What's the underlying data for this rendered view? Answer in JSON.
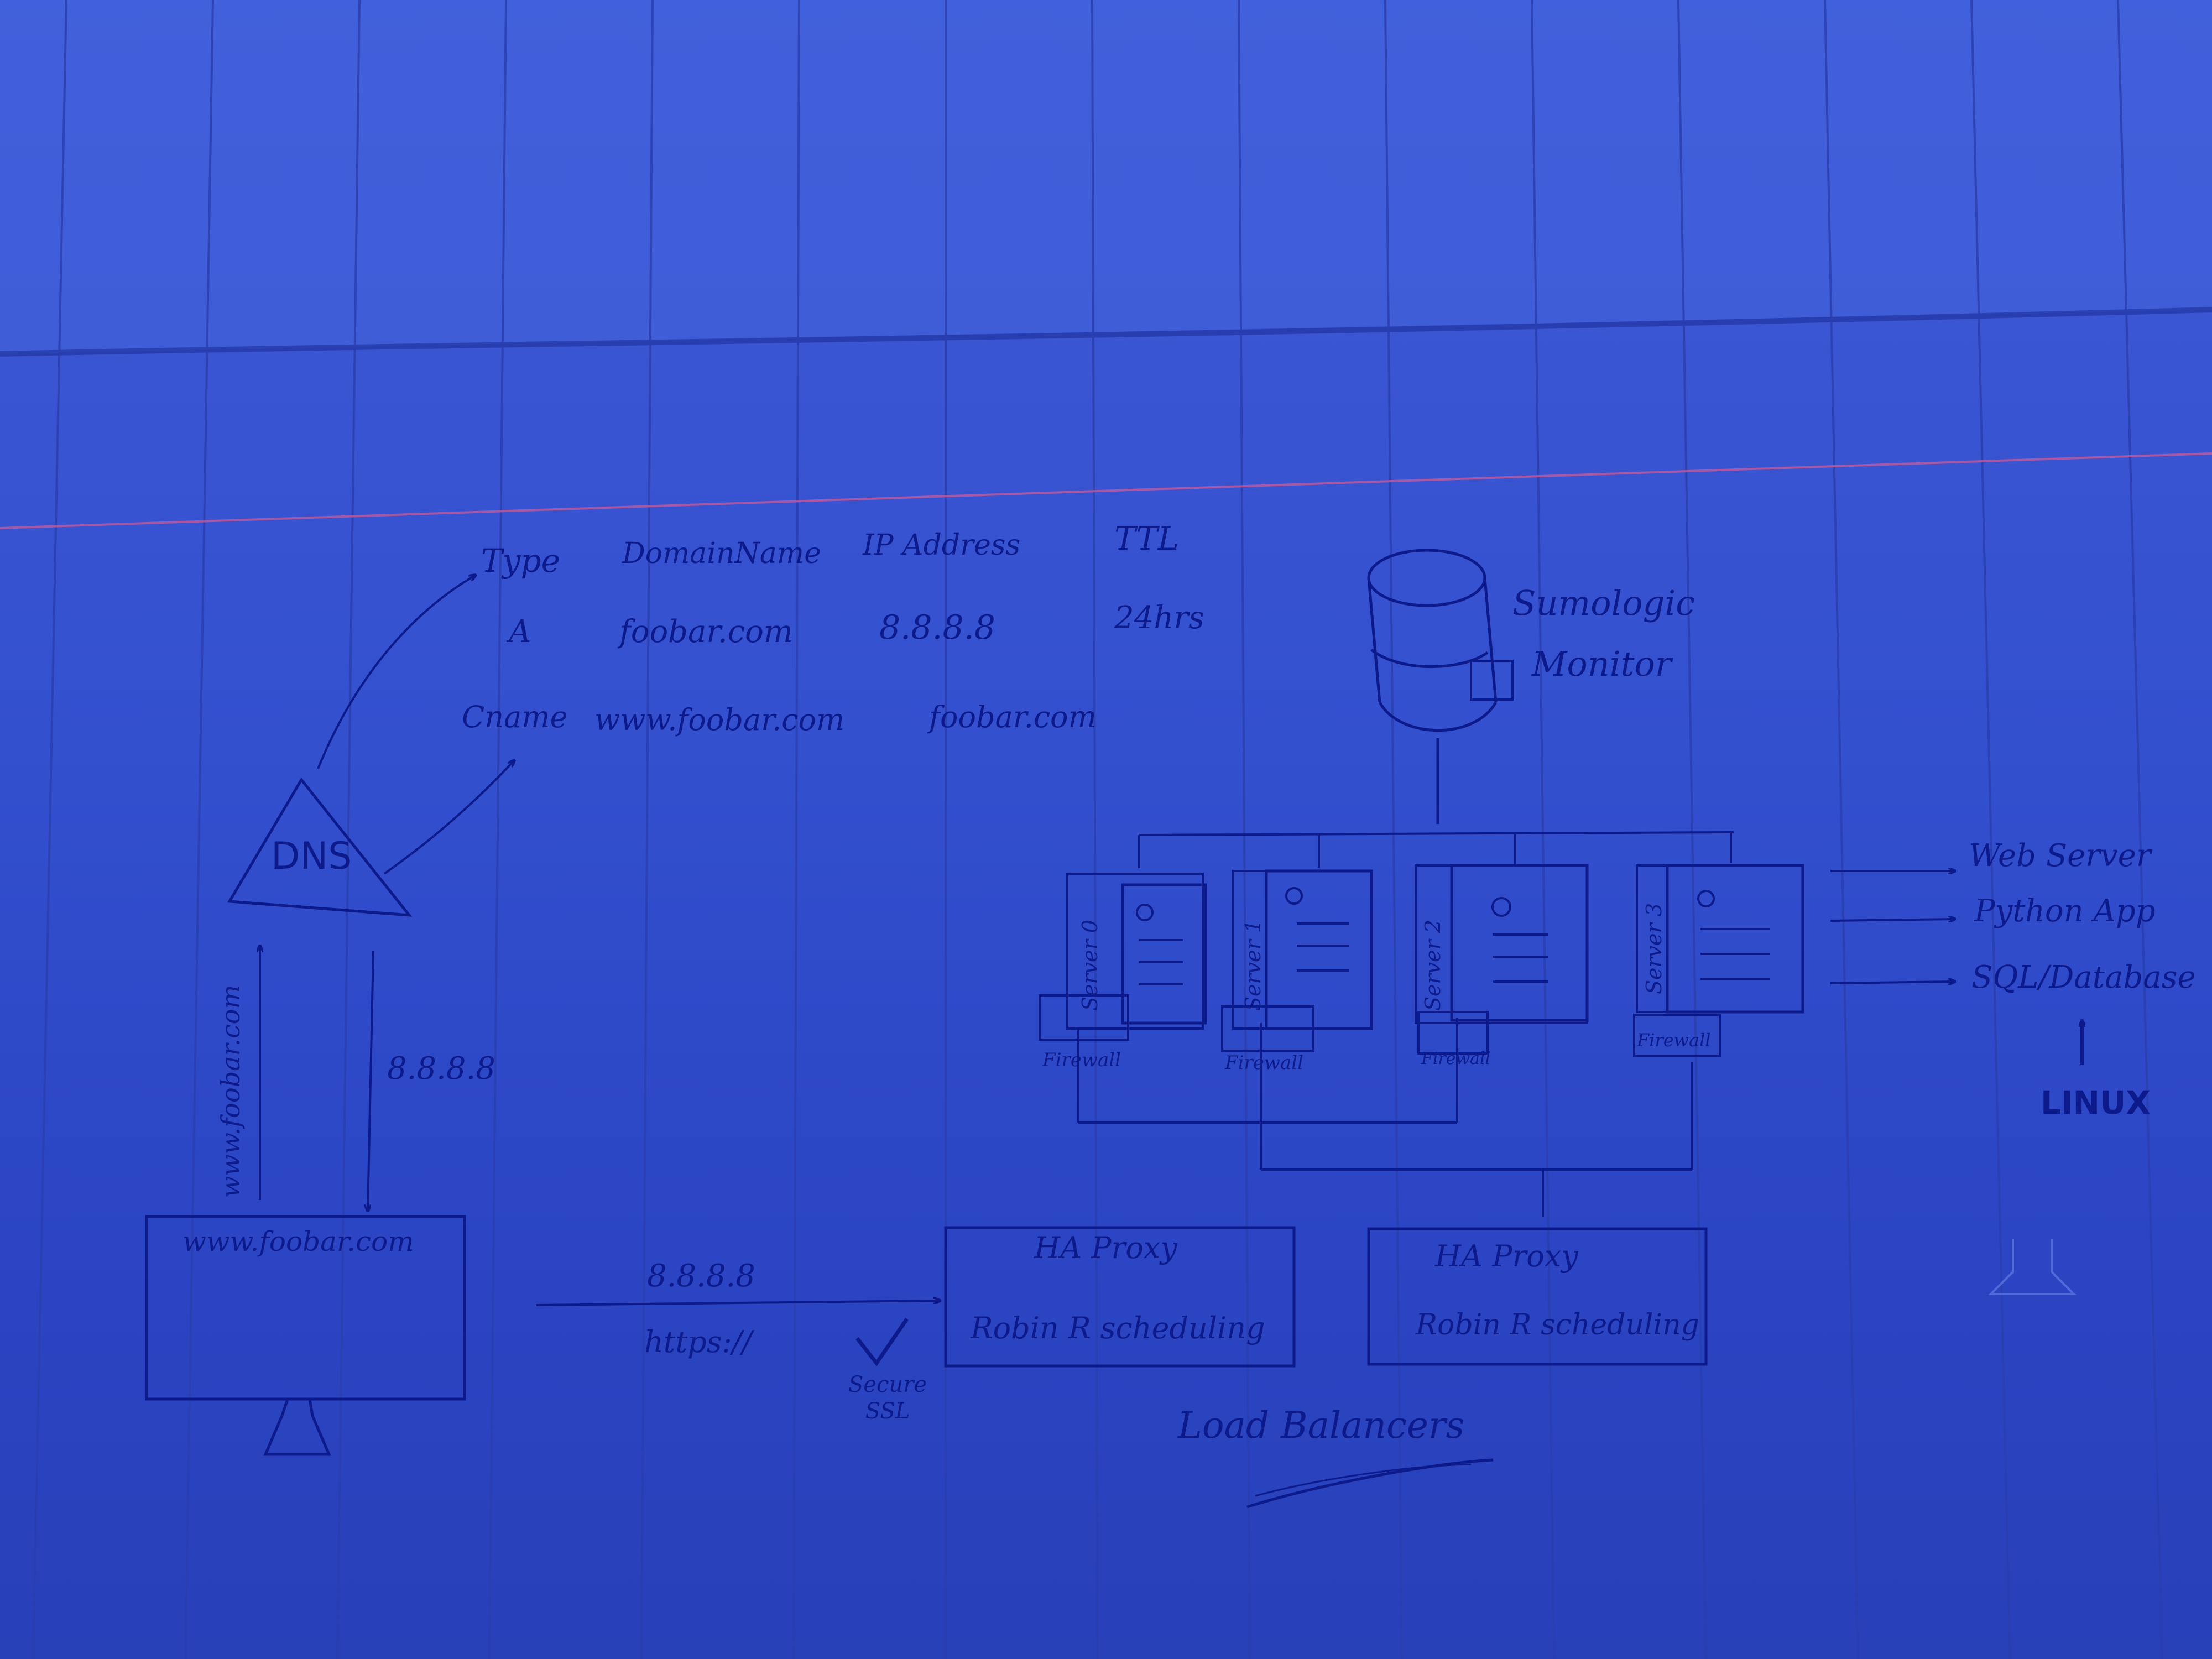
{
  "colors": {
    "paper": "#3a55d2",
    "ink": "#0d1a8c",
    "margin_line": "#c45a9a",
    "rule_line": "#2a3fb0"
  },
  "dns_table": {
    "headers": [
      "Type",
      "DomainName",
      "IP Address",
      "TTL"
    ],
    "row_a": {
      "type": "A",
      "domain": "foobar.com",
      "ip": "8.8.8.8",
      "ttl": "24hrs"
    },
    "row_cname": {
      "type": "Cname",
      "domain": "www.foobar.com",
      "target": "foobar.com"
    }
  },
  "dns": {
    "label": "DNS"
  },
  "client": {
    "request_label": "www.foobar.com",
    "response_label": "8.8.8.8",
    "screen_label": "www.foobar.com"
  },
  "connection": {
    "ip": "8.8.8.8",
    "protocol": "https://",
    "secure_label": "Secure SSL"
  },
  "monitor": {
    "line1": "Sumologic",
    "line2": "Monitor"
  },
  "servers": [
    {
      "name": "Server 0",
      "firewall": "Firewall"
    },
    {
      "name": "Server 1",
      "firewall": "Firewall"
    },
    {
      "name": "Server 2",
      "firewall": "Firewall"
    },
    {
      "name": "Server 3",
      "firewall": "Firewall"
    }
  ],
  "stack": [
    "Web Server",
    "Python App",
    "SQL/Database"
  ],
  "os": "LINUX",
  "load_balancers": [
    {
      "line1": "HA Proxy",
      "line2": "Robin R scheduling"
    },
    {
      "line1": "HA Proxy",
      "line2": "Robin R scheduling"
    }
  ],
  "load_balancers_caption": "Load Balancers"
}
